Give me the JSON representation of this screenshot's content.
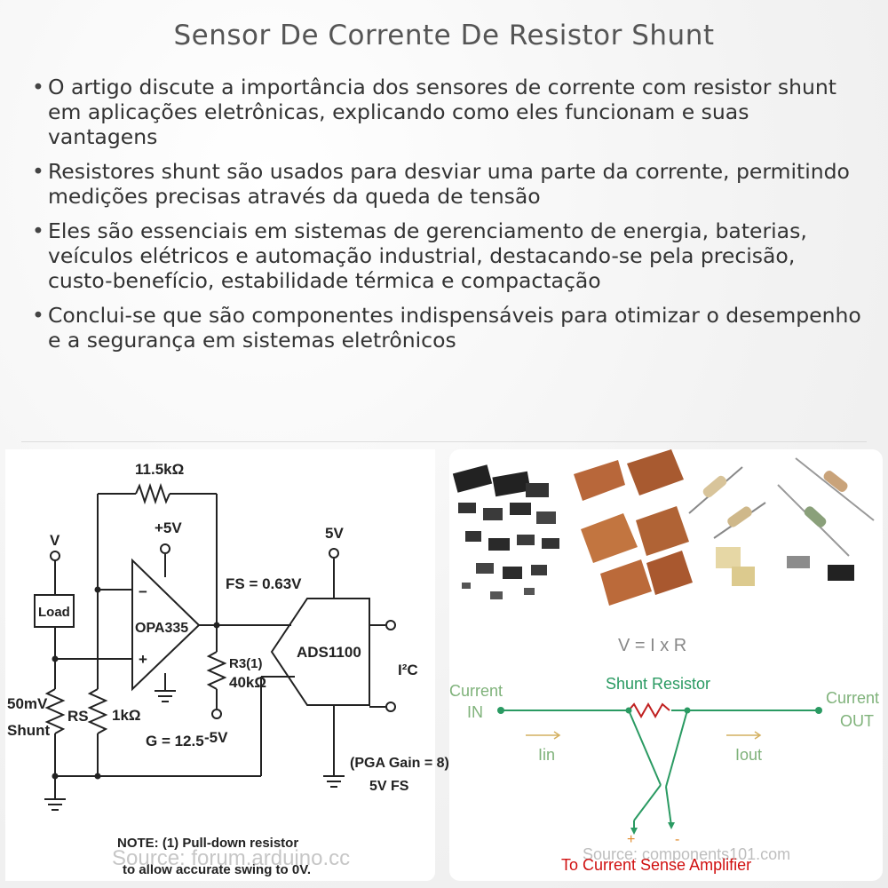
{
  "title": "Sensor De Corrente De Resistor Shunt",
  "bullets": [
    "O artigo discute a importância dos sensores de corrente com resistor shunt em aplicações eletrônicas, explicando como eles funcionam e suas vantagens",
    "Resistores shunt são usados para desviar uma parte da corrente, permitindo medições precisas através da queda de tensão",
    "Eles são essenciais em sistemas de gerenciamento de energia, baterias, veículos elétricos e automação industrial, destacando-se pela precisão, custo-benefício, estabilidade térmica e compactação",
    "Conclui-se que são componentes indispensáveis para otimizar o desempenho e a segurança em sistemas eletrônicos"
  ],
  "circuit": {
    "feedback_resistor": "11.5kΩ",
    "supply_plus": "+5V",
    "supply_minus": "-5V",
    "v_label": "V",
    "load_label": "Load",
    "opamp_label": "OPA335",
    "minus_sign": "−",
    "plus_sign": "+",
    "fs_label": "FS = 0.63V",
    "r3_label": "R3(1)",
    "r3_value": "40kΩ",
    "adc_label": "ADS1100",
    "adc_supply": "5V",
    "i2c_label": "I²C",
    "shunt_line1": "50mV",
    "shunt_line2": "Shunt",
    "rs_label": "RS",
    "r1k_label": "1kΩ",
    "gain_label": "G = 12.5",
    "pga_line1": "(PGA Gain = 8)",
    "pga_line2": "5V FS",
    "note_line1": "NOTE: (1) Pull-down resistor",
    "note_line2": "to allow accurate swing to 0V.",
    "source": "Source: forum.arduino.cc"
  },
  "shunt_diagram": {
    "formula": "V = I x R",
    "shunt_resistor": "Shunt Resistor",
    "current_in_line1": "Current",
    "current_in_line2": "IN",
    "current_out_line1": "Current",
    "current_out_line2": "OUT",
    "iin": "Iin",
    "iout": "Iout",
    "plus": "+",
    "minus": "-",
    "amplifier": "To Current Sense Amplifier",
    "source": "Source: components101.com"
  },
  "colors": {
    "title": "#555555",
    "text": "#333333",
    "green_wire": "#2a9a62",
    "label_green": "#7fb27a",
    "resistor_red": "#c02020",
    "amplifier_red": "#d01010",
    "copper": "#b8673a"
  }
}
